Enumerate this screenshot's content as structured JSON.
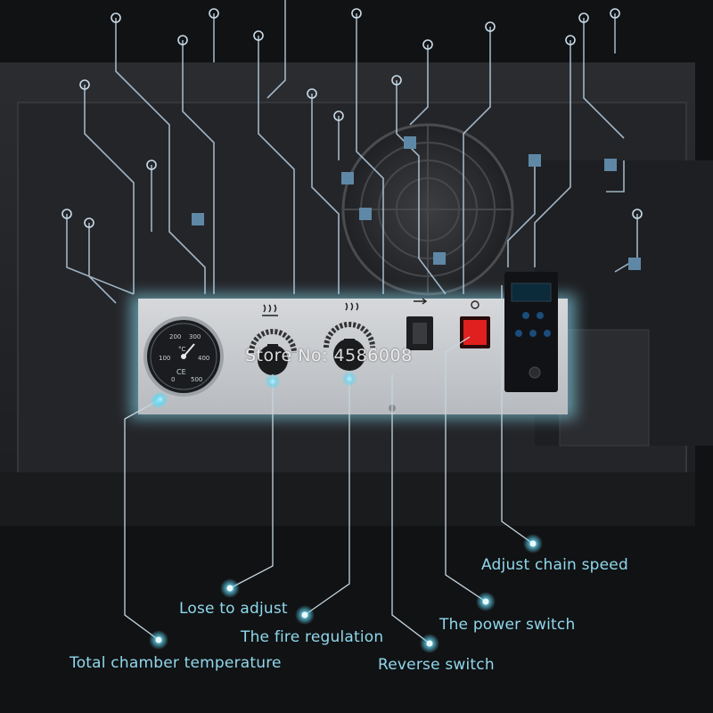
{
  "watermark": "Store No: 4586008",
  "callouts": {
    "chain_speed": "Adjust chain speed",
    "lose_to_adjust": "Lose to adjust",
    "power_switch": "The power switch",
    "fire_regulation": "The fire regulation",
    "chamber_temperature": "Total chamber temperature",
    "reverse_switch": "Reverse switch"
  },
  "gauge": {
    "unit": "°C",
    "ticks": [
      "100",
      "200",
      "300",
      "400",
      "500",
      "0"
    ],
    "marks": "CE"
  },
  "colors": {
    "accent": "#8fd8ec",
    "background": "#111214",
    "panel": "#c9ccd0",
    "power_switch": "#e01f1f"
  }
}
